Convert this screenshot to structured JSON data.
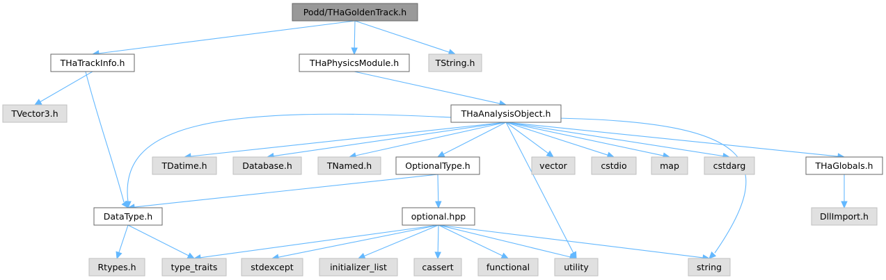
{
  "colors": {
    "root_fill": "#999999",
    "documented_fill": "#ffffff",
    "external_fill": "#e0e0e0",
    "node_border": "#666666",
    "root_border": "#666666",
    "edge": "#63b8ff"
  },
  "nodes": {
    "root": {
      "label": "Podd/THaGoldenTrack.h",
      "kind": "root"
    },
    "trackinfo": {
      "label": "THaTrackInfo.h",
      "kind": "documented"
    },
    "physicsmodule": {
      "label": "THaPhysicsModule.h",
      "kind": "documented"
    },
    "tstring": {
      "label": "TString.h",
      "kind": "external"
    },
    "tvector3": {
      "label": "TVector3.h",
      "kind": "external"
    },
    "analysisobject": {
      "label": "THaAnalysisObject.h",
      "kind": "documented"
    },
    "tdatime": {
      "label": "TDatime.h",
      "kind": "external"
    },
    "database": {
      "label": "Database.h",
      "kind": "external"
    },
    "tnamed": {
      "label": "TNamed.h",
      "kind": "external"
    },
    "optionaltype": {
      "label": "OptionalType.h",
      "kind": "documented"
    },
    "vector": {
      "label": "vector",
      "kind": "external"
    },
    "cstdio": {
      "label": "cstdio",
      "kind": "external"
    },
    "map": {
      "label": "map",
      "kind": "external"
    },
    "cstdarg": {
      "label": "cstdarg",
      "kind": "external"
    },
    "globals": {
      "label": "THaGlobals.h",
      "kind": "documented"
    },
    "datatype": {
      "label": "DataType.h",
      "kind": "documented"
    },
    "optionalhpp": {
      "label": "optional.hpp",
      "kind": "documented"
    },
    "dllimport": {
      "label": "DllImport.h",
      "kind": "external"
    },
    "rtypes": {
      "label": "Rtypes.h",
      "kind": "external"
    },
    "typetraits": {
      "label": "type_traits",
      "kind": "external"
    },
    "stdexcept": {
      "label": "stdexcept",
      "kind": "external"
    },
    "initlist": {
      "label": "initializer_list",
      "kind": "external"
    },
    "cassert": {
      "label": "cassert",
      "kind": "external"
    },
    "functional": {
      "label": "functional",
      "kind": "external"
    },
    "utility": {
      "label": "utility",
      "kind": "external"
    },
    "string": {
      "label": "string",
      "kind": "external"
    }
  },
  "edges": [
    [
      "root",
      "trackinfo"
    ],
    [
      "root",
      "physicsmodule"
    ],
    [
      "root",
      "tstring"
    ],
    [
      "trackinfo",
      "tvector3"
    ],
    [
      "trackinfo",
      "datatype"
    ],
    [
      "physicsmodule",
      "analysisobject"
    ],
    [
      "analysisobject",
      "datatype"
    ],
    [
      "analysisobject",
      "tdatime"
    ],
    [
      "analysisobject",
      "database"
    ],
    [
      "analysisobject",
      "tnamed"
    ],
    [
      "analysisobject",
      "optionaltype"
    ],
    [
      "analysisobject",
      "vector"
    ],
    [
      "analysisobject",
      "cstdio"
    ],
    [
      "analysisobject",
      "map"
    ],
    [
      "analysisobject",
      "cstdarg"
    ],
    [
      "analysisobject",
      "globals"
    ],
    [
      "analysisobject",
      "utility"
    ],
    [
      "analysisobject",
      "string"
    ],
    [
      "optionaltype",
      "datatype"
    ],
    [
      "optionaltype",
      "optionalhpp"
    ],
    [
      "globals",
      "dllimport"
    ],
    [
      "datatype",
      "rtypes"
    ],
    [
      "datatype",
      "typetraits"
    ],
    [
      "optionalhpp",
      "typetraits"
    ],
    [
      "optionalhpp",
      "stdexcept"
    ],
    [
      "optionalhpp",
      "initlist"
    ],
    [
      "optionalhpp",
      "cassert"
    ],
    [
      "optionalhpp",
      "functional"
    ],
    [
      "optionalhpp",
      "utility"
    ],
    [
      "optionalhpp",
      "string"
    ]
  ]
}
